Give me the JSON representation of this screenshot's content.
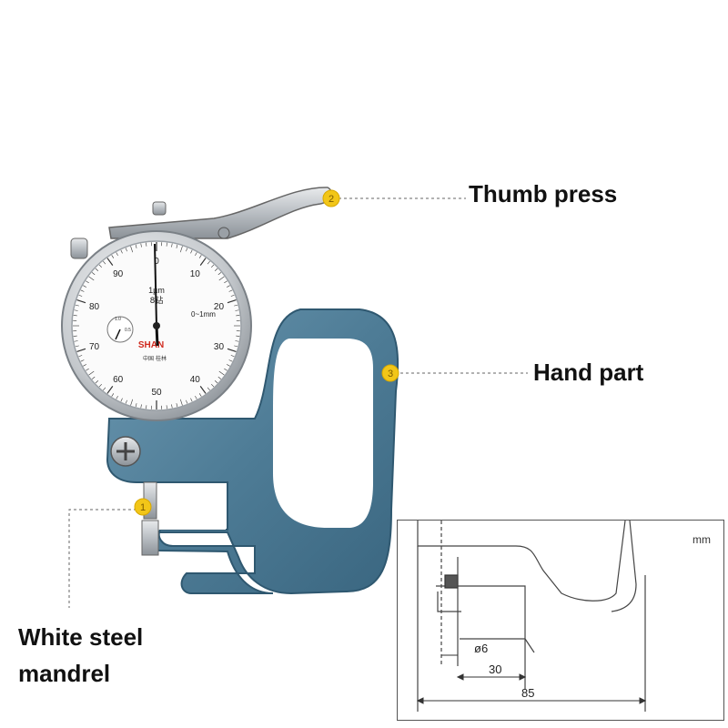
{
  "labels": {
    "thumb_press": "Thumb press",
    "hand_part": "Hand part",
    "mandrel_line1": "White steel",
    "mandrel_line2": "mandrel"
  },
  "markers": [
    "1",
    "2",
    "3"
  ],
  "dial": {
    "outer_numbers": [
      "0",
      "10",
      "20",
      "30",
      "40",
      "50",
      "60",
      "70",
      "80",
      "90"
    ],
    "unit": "1µm",
    "range": "0~1mm",
    "count": "8钻",
    "sub_numbers": [
      "0.5",
      "1.0"
    ],
    "brand": "SHAN",
    "maker": "中国 桂林"
  },
  "drawing": {
    "unit": "mm",
    "dims": [
      "ø6",
      "30",
      "85"
    ]
  },
  "colors": {
    "frame": "#4e7c96",
    "marker": "#f2c618",
    "metal": "#c9cdd1"
  }
}
